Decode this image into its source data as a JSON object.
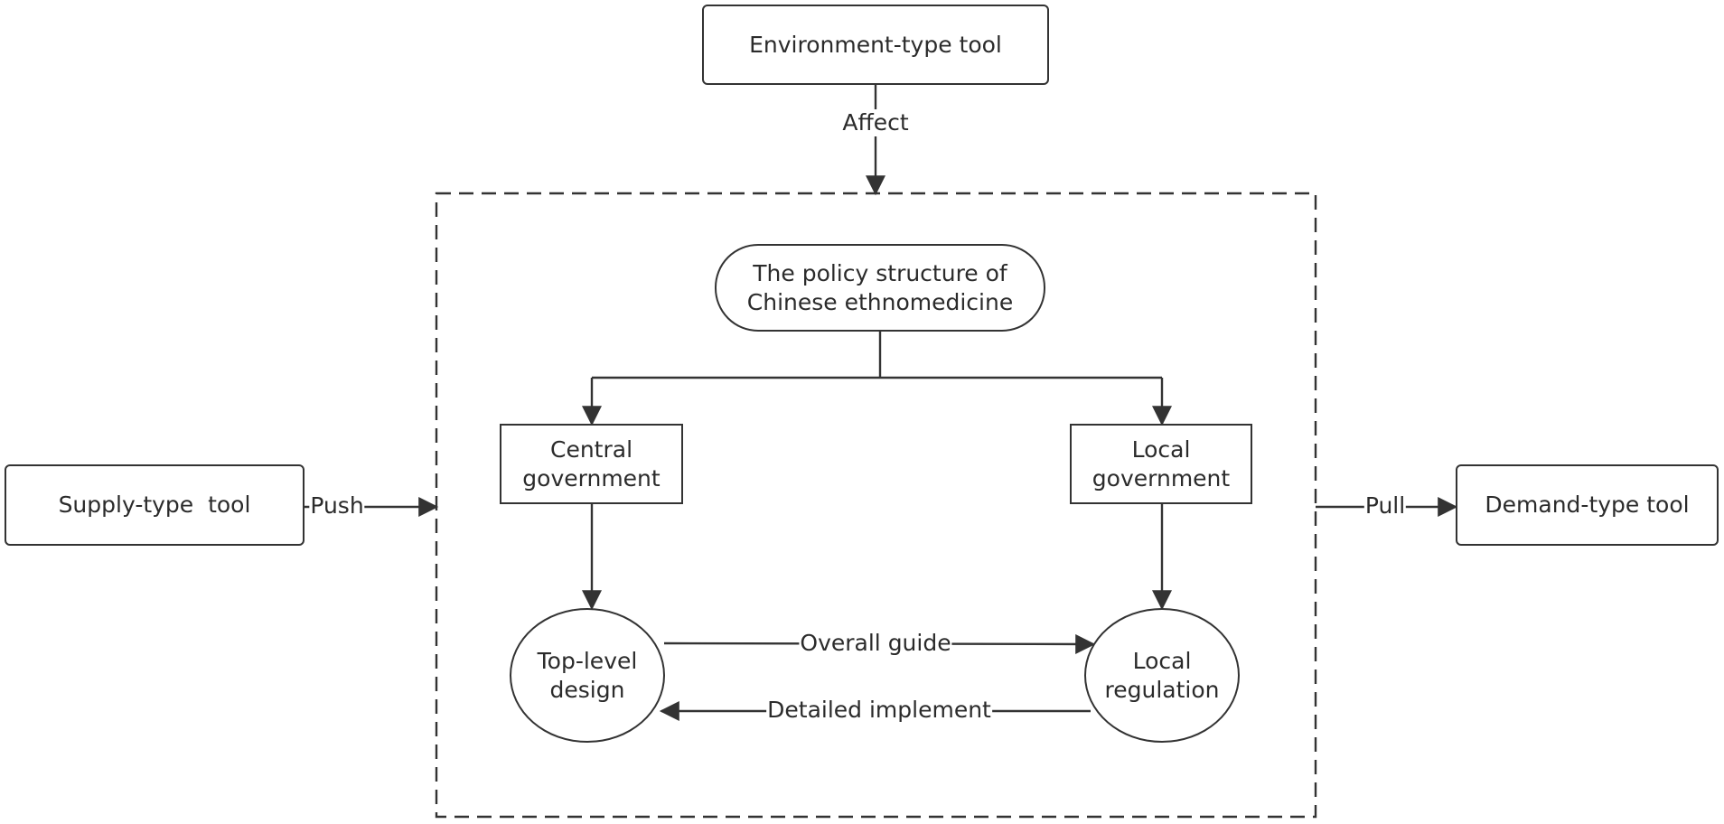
{
  "diagram": {
    "nodes": {
      "environment": "Environment-type tool",
      "supply": "Supply-type  tool",
      "demand": "Demand-type tool",
      "policy_structure": "The policy structure of\nChinese ethnomedicine",
      "central_government": "Central\ngovernment",
      "local_government": "Local\ngovernment",
      "top_level_design": "Top-level\ndesign",
      "local_regulation": "Local\nregulation"
    },
    "edges": {
      "affect": "Affect",
      "push": "Push",
      "pull": "Pull",
      "overall_guide": "Overall guide",
      "detailed_implement": "Detailed implement"
    },
    "colors": {
      "stroke": "#333333",
      "text": "#2b2b2b",
      "background": "#ffffff"
    }
  }
}
